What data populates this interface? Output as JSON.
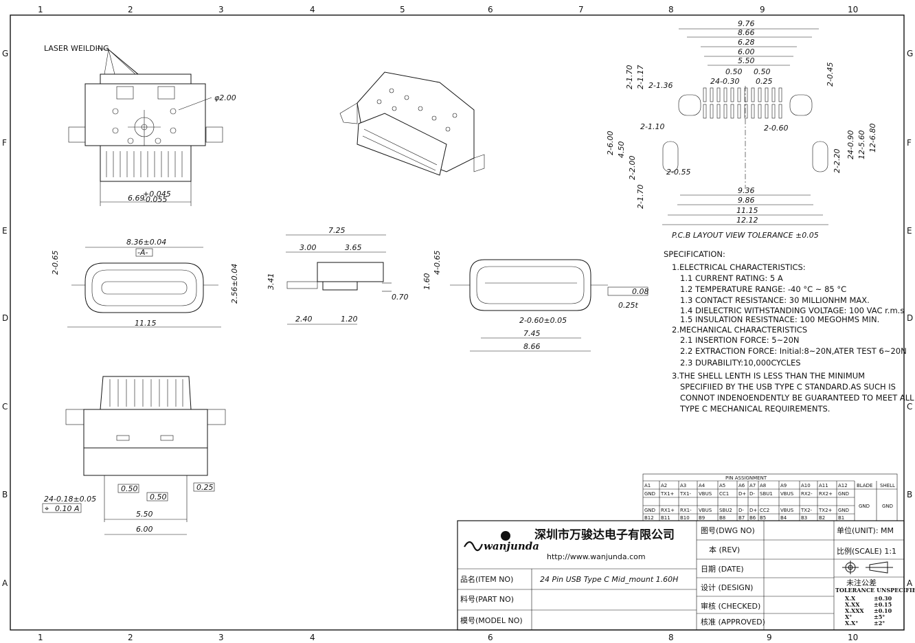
{
  "zones": {
    "columns": [
      "1",
      "2",
      "3",
      "4",
      "5",
      "6",
      "7",
      "8",
      "9",
      "10"
    ],
    "rows": [
      "G",
      "F",
      "E",
      "D",
      "C",
      "B",
      "A"
    ]
  },
  "annotations": {
    "laser_welding": "LASER WEILDING",
    "hole_dia": "φ2.00",
    "datum_a": "-A-",
    "position_tol": "0.10",
    "position_datum": "A",
    "flatness": "0.08",
    "thickness": "0.25t"
  },
  "top_view": {
    "width": "6.69",
    "tol_upper": "+0.045",
    "tol_lower": "-0.055"
  },
  "front_view": {
    "width": "8.36±0.04",
    "overall": "11.15",
    "pin_height": "2-0.65",
    "height": "2.56±0.04"
  },
  "side_view": {
    "overall": "7.25",
    "a": "3.00",
    "b": "3.65",
    "height": "3.41",
    "c": "2.40",
    "d": "1.20",
    "e": "0.70"
  },
  "rear_view": {
    "h1": "1.60",
    "h2": "4-0.65",
    "slot": "2-0.60±0.05",
    "w1": "7.45",
    "w2": "8.66"
  },
  "bottom_view": {
    "pins": "24-0.18±0.05",
    "p1": "0.50",
    "p2": "0.50",
    "p3": "0.25",
    "w1": "5.50",
    "w2": "6.00"
  },
  "pcb_layout": {
    "top_dims": [
      "9.76",
      "8.66",
      "6.28",
      "6.00",
      "5.50",
      "0.50",
      "0.50",
      "24-0.30",
      "0.25"
    ],
    "bottom_dims": [
      "9.36",
      "9.86",
      "11.15",
      "12.12"
    ],
    "left_dims": [
      "2-1.70",
      "2-1.17",
      "2-1.36",
      "2-1.10",
      "2-6.00",
      "4.50",
      "2-2.00",
      "2-0.55",
      "2-1.70"
    ],
    "right_dims": [
      "2-0.45",
      "2-0.60",
      "24-0.90",
      "12-5.60",
      "12-6.80",
      "2-2.20"
    ],
    "caption": "P.C.B LAYOUT VIEW TOLERANCE ±0.05"
  },
  "specification": {
    "title": "SPECIFICATION:",
    "lines": [
      "1.ELECTRICAL CHARACTERISTICS:",
      "1.1  CURRENT RATING: 5 A",
      "1.2  TEMPERATURE RANGE: -40 °C ~ 85 °C",
      "1.3  CONTACT RESISTANCE: 30 MILLIONHM MAX.",
      "1.4  DIELECTRIC WITHSTANDING VOLTAGE: 100 VAC r.m.s",
      "1.5  INSULATION RESISTNACE: 100 MEGOHMS MIN.",
      "2.MECHANICAL CHARACTERISTICS",
      "2.1  INSERTION FORCE: 5~20N",
      "2.2  EXTRACTION FORCE: Initial:8~20N,ATER TEST 6~20N",
      "2.3  DURABILITY:10,000CYCLES",
      "3.THE SHELL LENTH IS LESS THAN THE MINIMUM",
      "SPECIFIIED BY THE USB TYPE C STANDARD.AS SUCH IS",
      "CONNOT INDENOENDENTLY BE GUARANTEED TO MEET ALL",
      "TYPE C   MECHANICAL REQUIREMENTS."
    ]
  },
  "pin_table": {
    "title": "PIN ASSIGNMENT",
    "top_pins": [
      "A1",
      "A2",
      "A3",
      "A4",
      "A5",
      "A6",
      "A7",
      "A8",
      "A9",
      "A10",
      "A11",
      "A12"
    ],
    "top_signals": [
      "GND",
      "TX1+",
      "TX1-",
      "VBUS",
      "CC1",
      "D+",
      "D-",
      "SBU1",
      "VBUS",
      "RX2-",
      "RX2+",
      "GND"
    ],
    "bottom_signals": [
      "GND",
      "RX1+",
      "RX1-",
      "VBUS",
      "SBU2",
      "D-",
      "D+",
      "CC2",
      "VBUS",
      "TX2-",
      "TX2+",
      "GND"
    ],
    "bottom_pins": [
      "B12",
      "B11",
      "B10",
      "B9",
      "B8",
      "B7",
      "B6",
      "B5",
      "B4",
      "B3",
      "B2",
      "B1"
    ],
    "blade_header": "BLADE",
    "shell_header": "SHELL",
    "blade_value": "GND",
    "shell_value": "GND"
  },
  "title_block": {
    "company": "深圳市万骏达电子有限公司",
    "logo": "wanjunda",
    "url": "http://www.wanjunda.com",
    "item_label": "品名(ITEM NO)",
    "item_value": "24 Pin USB Type C Mid_mount 1.60H",
    "part_label": "料号(PART NO)",
    "model_label": "模号(MODEL NO)",
    "dwg_label": "图号(DWG NO)",
    "rev_label": "本 (REV)",
    "date_label": "日期 (DATE)",
    "design_label": "设计 (DESIGN)",
    "checked_label": "审核 (CHECKED)",
    "approved_label": "核准 (APPROVED)",
    "unit_label": "单位(UNIT): MM",
    "scale_label": "比例(SCALE) 1:1",
    "tol_title": "未注公差",
    "tol_subtitle": "TOLERANCE UNSPECIFIED",
    "tolerances": [
      {
        "k": "X.X",
        "v": "±0.30"
      },
      {
        "k": "X.XX",
        "v": "±0.15"
      },
      {
        "k": "X.XXX",
        "v": "±0.10"
      },
      {
        "k": "X°",
        "v": "±5°"
      },
      {
        "k": "X.X°",
        "v": "±2°"
      }
    ]
  }
}
